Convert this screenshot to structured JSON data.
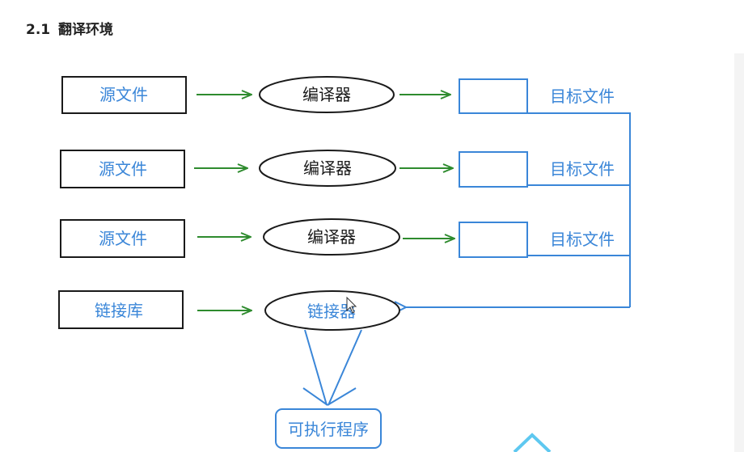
{
  "header": {
    "number": "2.1",
    "title": "翻译环境"
  },
  "diagram": {
    "rows": [
      {
        "source": "源文件",
        "tool": "编译器",
        "output": "目标文件"
      },
      {
        "source": "源文件",
        "tool": "编译器",
        "output": "目标文件"
      },
      {
        "source": "源文件",
        "tool": "编译器",
        "output": "目标文件"
      }
    ],
    "library": "链接库",
    "linker": "链接器",
    "executable": "可执行程序"
  },
  "colors": {
    "blue": "#3a86d8",
    "green": "#2e8b2e",
    "black": "#1a1a1a"
  }
}
